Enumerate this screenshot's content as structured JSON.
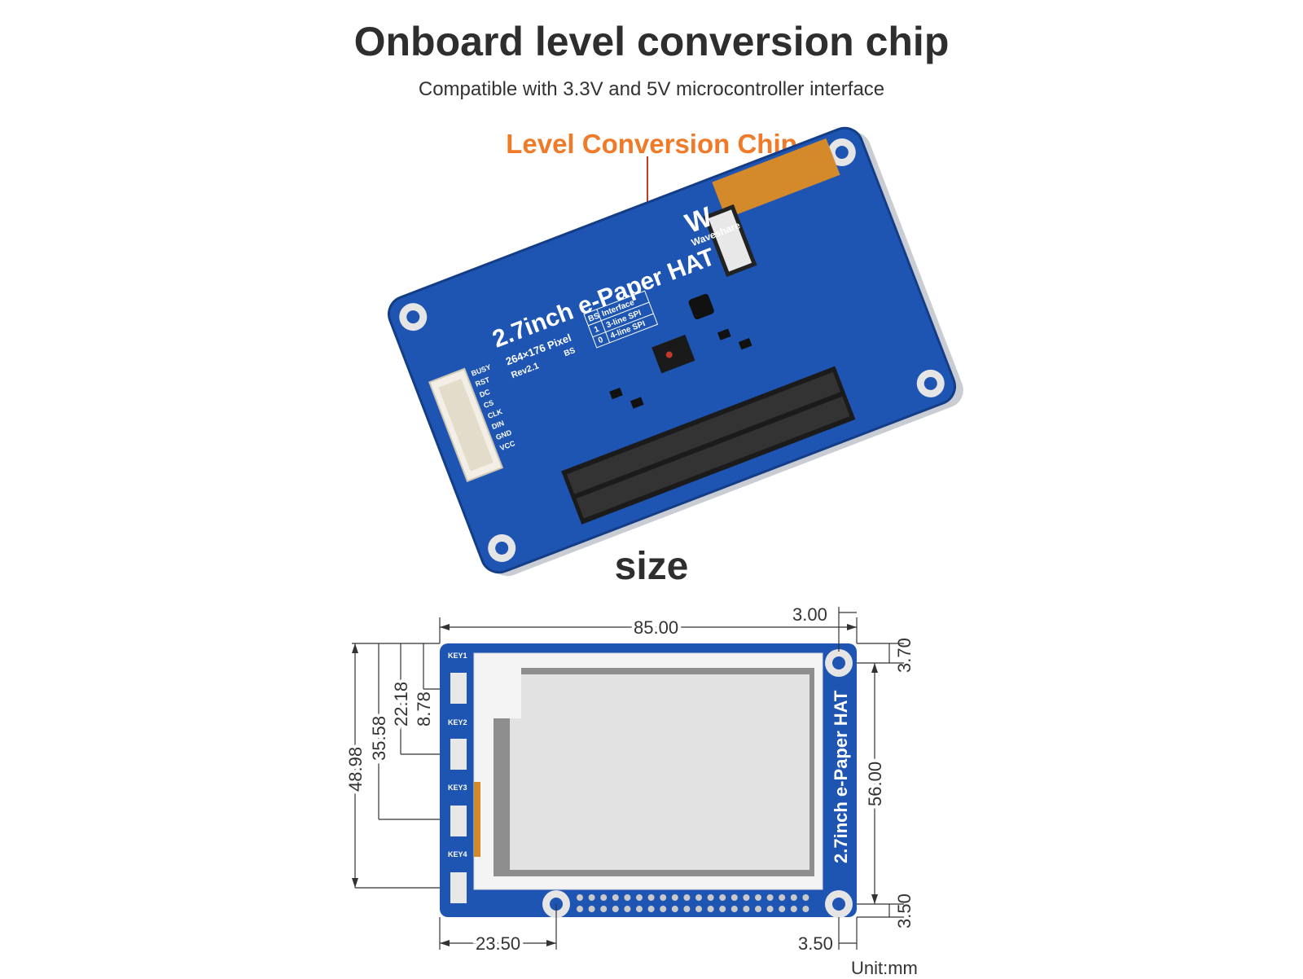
{
  "header": {
    "title": "Onboard level conversion chip",
    "subtitle": "Compatible with 3.3V and 5V microcontroller interface"
  },
  "callout": {
    "label": "Level Conversion Chip",
    "color": "#f07a28"
  },
  "board_photo": {
    "name": "2.7inch e-Paper HAT",
    "resolution": "264×176 Pixel",
    "revision": "Rev2.1",
    "brand": "Waveshare",
    "bs_label": "BS",
    "bs_table": {
      "headers": [
        "BS",
        "Interface"
      ],
      "rows": [
        [
          "1",
          "3-line SPI"
        ],
        [
          "0",
          "4-line SPI"
        ]
      ]
    },
    "pins": [
      "BUSY",
      "RST",
      "DC",
      "CS",
      "CLK",
      "DIN",
      "GND",
      "VCC"
    ],
    "pcb_color": "#1e55b3"
  },
  "size_section": {
    "title": "size",
    "unit": "Unit:mm",
    "dimensions": {
      "top_width": "85.00",
      "top_right_margin": "3.00",
      "right_top_margin": "3.70",
      "right_height": "56.00",
      "right_bottom_margin": "3.50",
      "left_48": "48.98",
      "left_35": "35.58",
      "left_22": "22.18",
      "left_8": "8.78",
      "bottom_left": "23.50",
      "bottom_right": "3.50"
    },
    "keys": [
      "KEY1",
      "KEY2",
      "KEY3",
      "KEY4"
    ],
    "board_label": "2.7inch e-Paper HAT"
  }
}
